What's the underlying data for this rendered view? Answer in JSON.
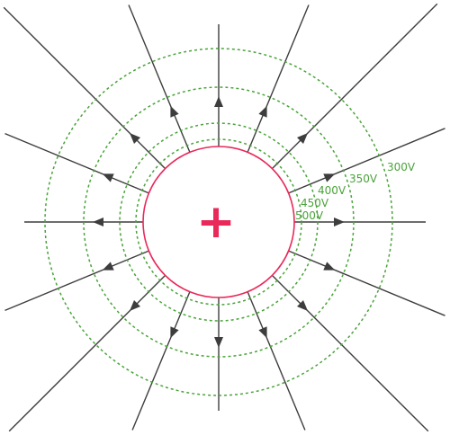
{
  "diagram": {
    "charge_symbol": "+",
    "equipotential_labels": [
      "300V",
      "350V",
      "400V",
      "450V",
      "500V"
    ],
    "colors": {
      "field_line": "#3d3d3d",
      "equipotential": "#4aa33a",
      "charge_circle": "#e8295a",
      "charge_symbol": "#e8295a",
      "label": "#4aa33a"
    }
  }
}
